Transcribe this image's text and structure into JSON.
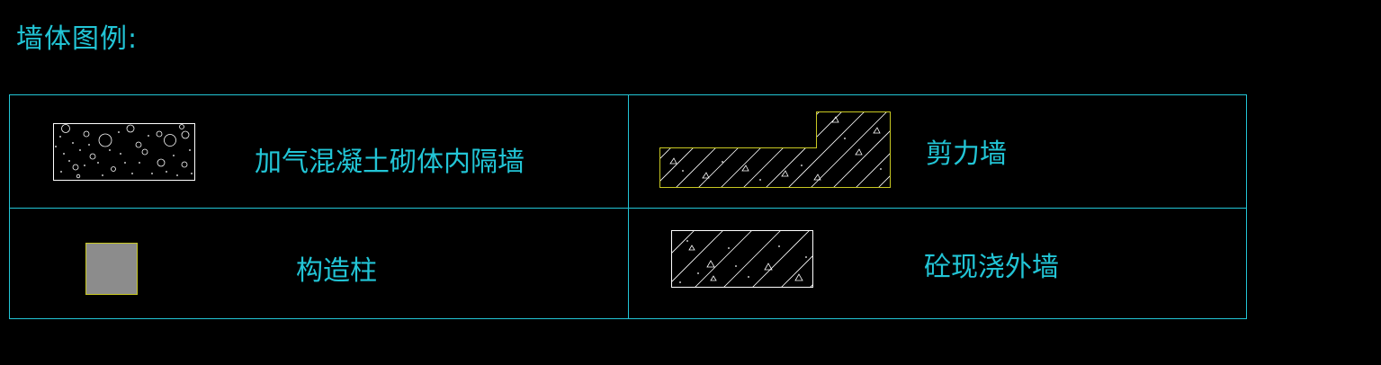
{
  "title": "墙体图例:",
  "legend": {
    "aerated_concrete": {
      "label": "加气混凝土砌体内隔墙",
      "pattern": "aerated-concrete-pattern"
    },
    "shear_wall": {
      "label": "剪力墙",
      "pattern": "shear-wall-pattern"
    },
    "structural_column": {
      "label": "构造柱",
      "pattern": "structural-column-pattern"
    },
    "cast_in_place_exterior_wall": {
      "label": "砼现浇外墙",
      "pattern": "cast-in-place-pattern"
    }
  },
  "colors": {
    "line": "#22c5d6",
    "text": "#22c5d6",
    "outline_white": "#ffffff",
    "outline_yellow": "#c8c822",
    "column_fill": "#8c8c8c",
    "background": "#000000"
  }
}
